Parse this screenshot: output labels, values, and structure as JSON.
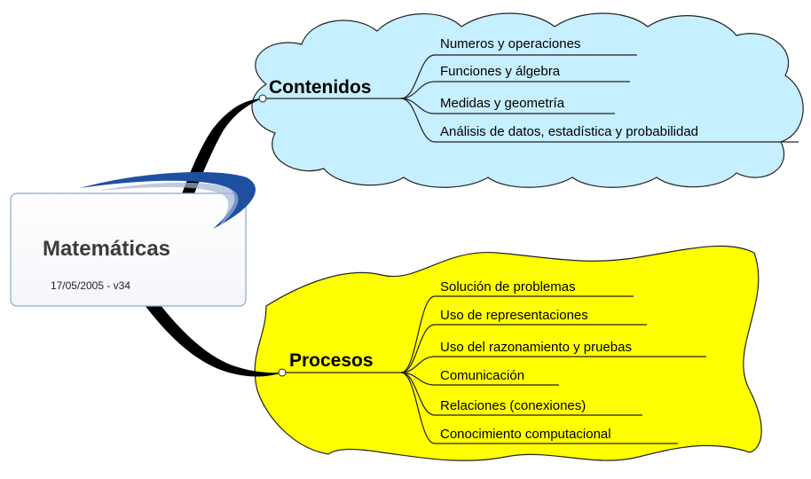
{
  "central": {
    "title": "Matemáticas",
    "subtitle": "17/05/2005 - v34"
  },
  "branches": [
    {
      "label": "Contenidos",
      "color": "#c6efff",
      "items": [
        "Numeros y operaciones",
        "Funciones y álgebra",
        "Medidas y geometría",
        "Análisis de datos, estadística y probabilidad"
      ]
    },
    {
      "label": "Procesos",
      "color": "#ffff00",
      "items": [
        "Solución de problemas",
        "Uso de representaciones",
        "Uso del razonamiento y pruebas",
        "Comunicación",
        "Relaciones (conexiones)",
        "Conocimiento computacional"
      ]
    }
  ],
  "colors": {
    "swoosh": "#1f4fa0",
    "central_border": "#8fa8c8",
    "connector": "#000000"
  }
}
